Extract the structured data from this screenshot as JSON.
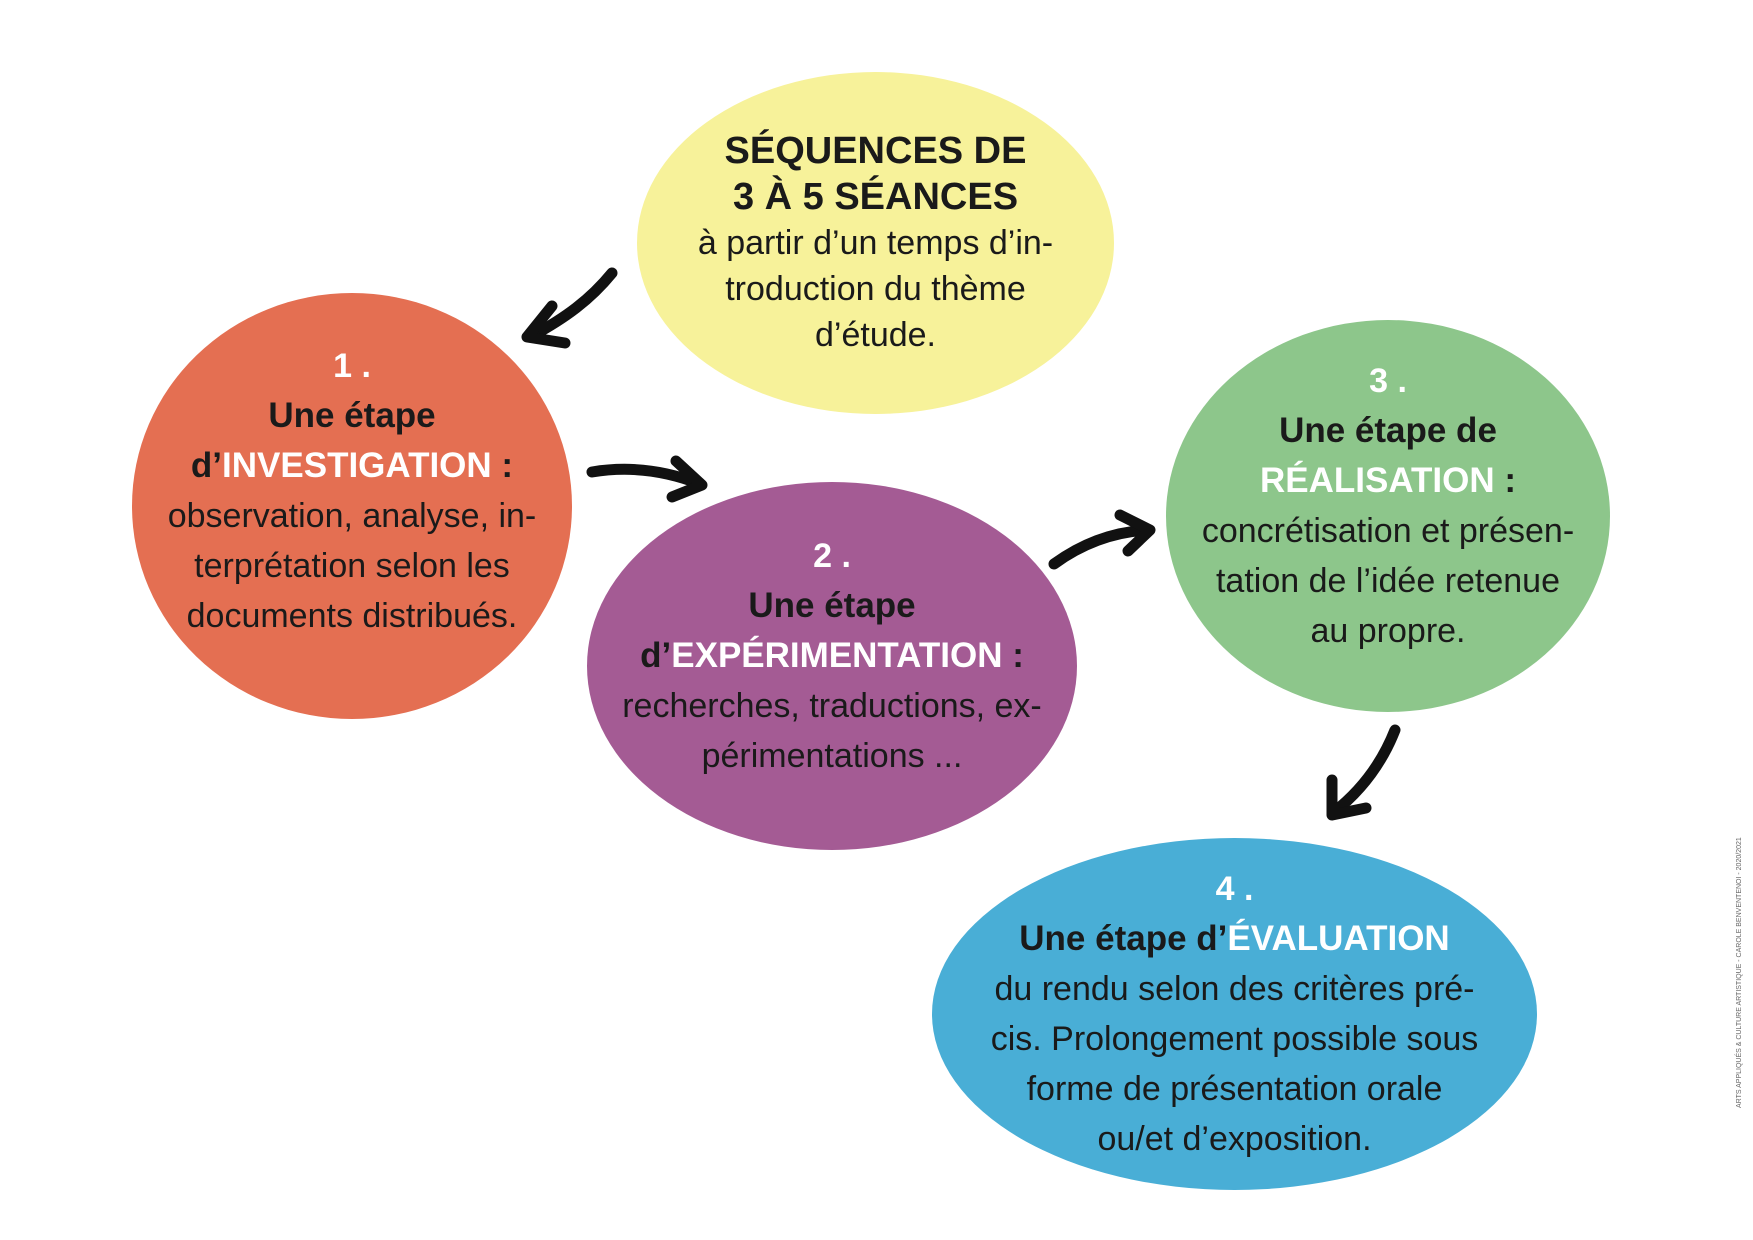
{
  "colors": {
    "intro": "#f7f29a",
    "step1": "#e46f52",
    "step2": "#a45b94",
    "step3": "#8dc68b",
    "step4": "#49aed6",
    "arrow": "#111111",
    "highlight_text": "#ffffff"
  },
  "intro": {
    "title_lines": [
      "SÉQUENCES DE",
      "3 À 5 SÉANCES"
    ],
    "body_lines": [
      "à partir d’un temps d’in-",
      "troduction du thème",
      "d’étude."
    ]
  },
  "steps": [
    {
      "number": "1 .",
      "heading_line1": "Une étape",
      "heading_prefix": "d’",
      "keyword": "INVESTIGATION",
      "heading_suffix": " :",
      "body_lines": [
        "observation, analyse, in-",
        "terprétation selon les",
        "documents distribués."
      ]
    },
    {
      "number": "2 .",
      "heading_line1": "Une étape",
      "heading_prefix": "d’",
      "keyword": "EXPÉRIMENTATION",
      "heading_suffix": " :",
      "body_lines": [
        "recherches, traductions, ex-",
        "périmentations ..."
      ]
    },
    {
      "number": "3 .",
      "heading_line1": "Une étape de",
      "heading_prefix": "",
      "keyword": "RÉALISATION",
      "heading_suffix": " :",
      "body_lines": [
        "concrétisation et présen-",
        "tation de l’idée retenue",
        "au propre."
      ]
    },
    {
      "number": "4 .",
      "heading_prefix": "Une étape d’",
      "keyword": "ÉVALUATION",
      "body_lines": [
        "du rendu selon des critères pré-",
        "cis. Prolongement possible sous",
        "forme de présentation orale",
        "ou/et d’exposition."
      ]
    }
  ],
  "footnote": "ARTS APPLIQUÉS & CULTURE ARTISTIQUE - CAROLE BENVENTENOI - 2020/2021"
}
